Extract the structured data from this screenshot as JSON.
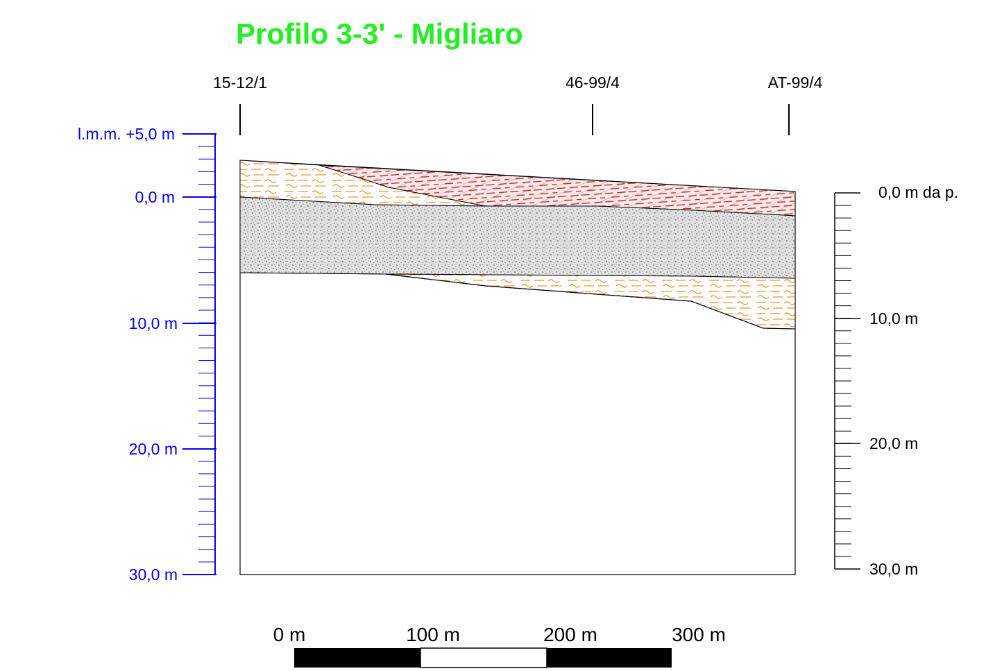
{
  "title": "Profilo 3-3' - Migliaro",
  "wells": [
    {
      "name": "15-12/1"
    },
    {
      "name": "46-99/4"
    },
    {
      "name": "AT-99/4"
    }
  ],
  "left_scale": {
    "labels": [
      "l.m.m. +5,0 m",
      "0,0 m",
      "10,0 m",
      "20,0 m",
      "30,0 m"
    ]
  },
  "right_scale": {
    "labels": [
      "0,0 m da p.",
      "10,0 m",
      "20,0 m",
      "30,0 m"
    ]
  },
  "bar_scale": {
    "labels": [
      "0 m",
      "100 m",
      "200 m",
      "300 m"
    ]
  },
  "colors": {
    "title": "#22ee22",
    "left_axis": "#0000ee",
    "clay_dash": "#b02020",
    "silt_dash": "#f08c28",
    "sand_fill": "#d8d8d8"
  },
  "layers": [
    "red-dashed-clay",
    "orange-wavy-silt",
    "grey-sand",
    "orange-wavy-silt-lens"
  ]
}
